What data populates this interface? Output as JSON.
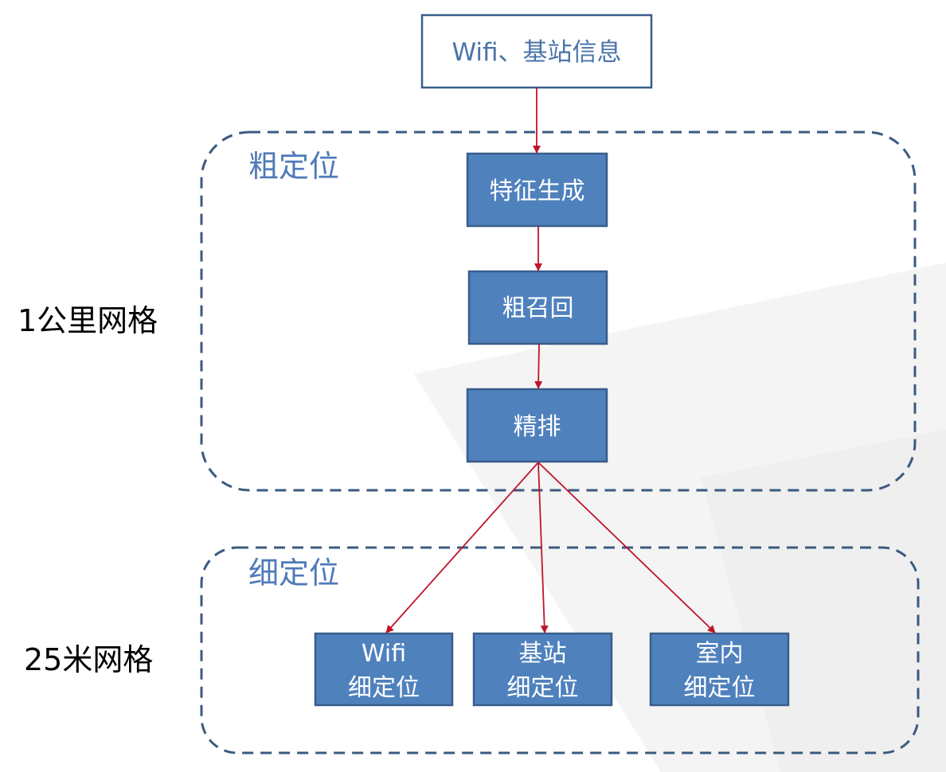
{
  "input_box": {
    "label": "Wifi、基站信息"
  },
  "coarse_group": {
    "title": "粗定位",
    "side_label": "1公里网格",
    "steps": [
      {
        "label": "特征生成"
      },
      {
        "label": "粗召回"
      },
      {
        "label": "精排"
      }
    ]
  },
  "fine_group": {
    "title": "细定位",
    "side_label": "25米网格",
    "methods": [
      {
        "line1": "Wifi",
        "line2": "细定位"
      },
      {
        "line1": "基站",
        "line2": "细定位"
      },
      {
        "line1": "室内",
        "line2": "细定位"
      }
    ]
  },
  "colors": {
    "box_fill": "#4f81bd",
    "box_border": "#385d8a",
    "box_text": "#ffffff",
    "input_border": "#385d8a",
    "input_text": "#4a74a8",
    "group_border": "#3b5a7f",
    "group_title": "#4f7ab8",
    "arrow": "#c0142b",
    "side_text": "#000000"
  }
}
